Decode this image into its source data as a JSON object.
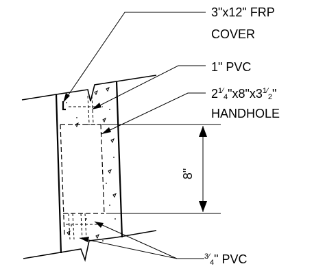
{
  "labels": {
    "frp_cover_line1": "3\"x12\" FRP",
    "frp_cover_line2": "COVER",
    "pvc_1in": "1\" PVC",
    "handhole_a": "2",
    "handhole_a_num": "1",
    "handhole_a_den": "4",
    "handhole_b": "\"x8\"x3",
    "handhole_b_num": "1",
    "handhole_b_den": "2",
    "handhole_c": "\"",
    "handhole_line2": "HANDHOLE",
    "pvc_34_num": "3",
    "pvc_34_den": "4",
    "pvc_34_rest": "\" PVC",
    "dimension": "8\""
  },
  "colors": {
    "ink": "#000000",
    "background": "#ffffff"
  }
}
